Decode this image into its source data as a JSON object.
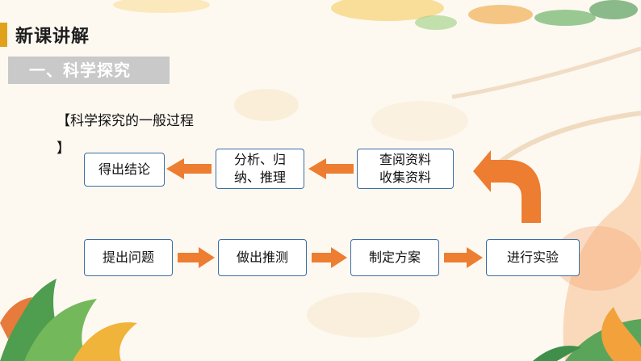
{
  "header": {
    "title": "新课讲解"
  },
  "section": {
    "title": "一、科学探究"
  },
  "diagram": {
    "subtitle_line1": "【科学探究的一般过程",
    "subtitle_line2": "】",
    "top_row": {
      "conclusion": "得出结论",
      "analysis_line1": "分析、归",
      "analysis_line2": "纳、推理",
      "research_line1": "查阅资料",
      "research_line2": "收集资料"
    },
    "bottom_row": {
      "question": "提出问题",
      "hypothesis": "做出推测",
      "plan": "制定方案",
      "experiment": "进行实验"
    }
  },
  "colors": {
    "accent": "#e0a11b",
    "arrow": "#ed7d31",
    "box_border": "#3b6ea5",
    "section_bg": "#c9c9c9"
  }
}
